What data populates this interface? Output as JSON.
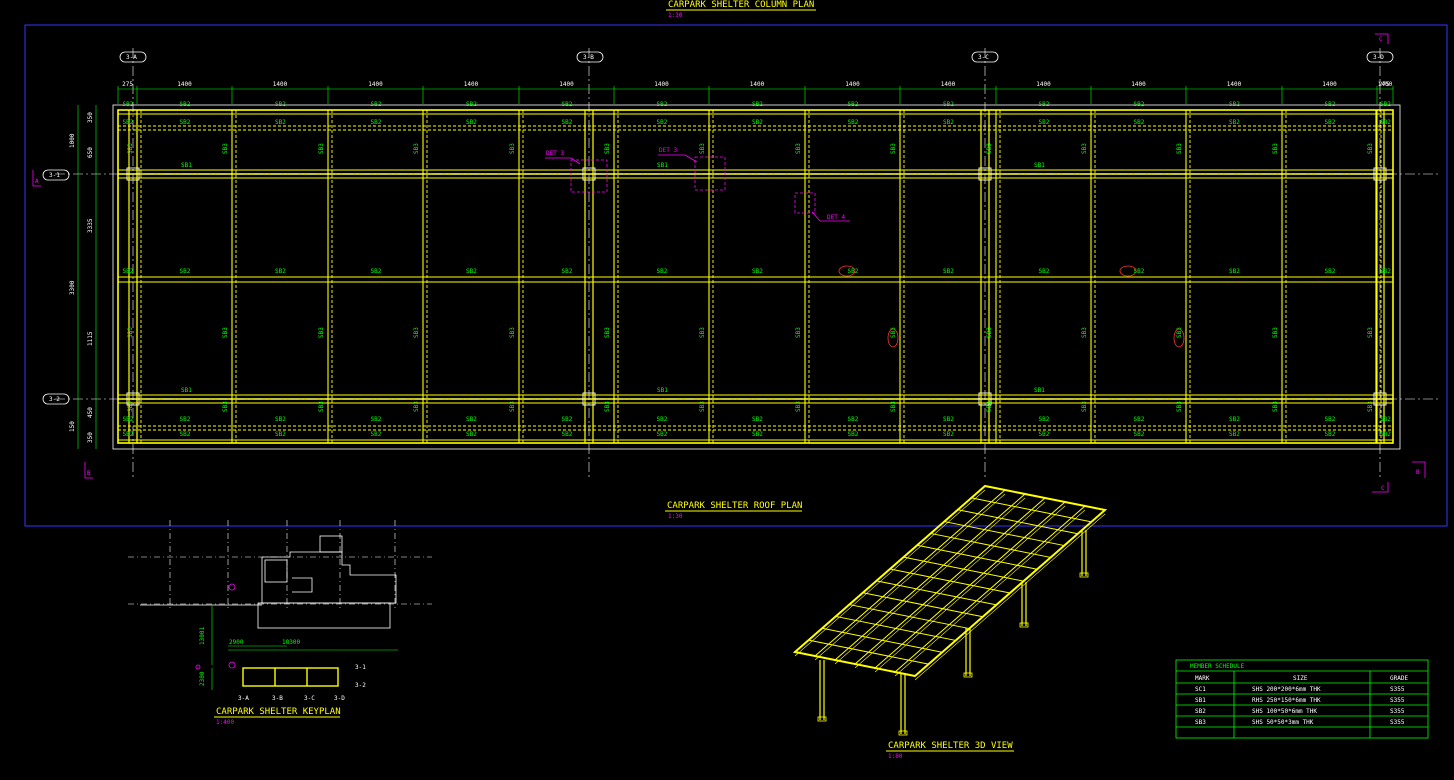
{
  "column_plan": {
    "title": "CARPARK SHELTER COLUMN PLAN",
    "scale": "1:30"
  },
  "roof_plan": {
    "title": "CARPARK SHELTER ROOF PLAN",
    "scale": "1:30",
    "grid_x": [
      "3-A",
      "3-B",
      "3-C",
      "3-D"
    ],
    "grid_y": [
      "3-1",
      "3-2"
    ],
    "section_marks": [
      "C",
      "A",
      "B",
      "B",
      "C"
    ],
    "dims_top": [
      "275",
      "1400",
      "1400",
      "1400",
      "1400",
      "1400",
      "1400",
      "1400",
      "1400",
      "1400",
      "1400",
      "1400",
      "1400",
      "1400",
      "1400",
      "275"
    ],
    "dims_left": [
      "1000",
      "350",
      "650",
      "3300",
      "3335",
      "1115",
      "450",
      "150",
      "350"
    ],
    "details": [
      "DET 3",
      "DET 3",
      "DET 4"
    ],
    "member_marks": {
      "sb1": "SB1",
      "sb2": "SB2",
      "sb3": "SB3"
    }
  },
  "keyplan": {
    "title": "CARPARK SHELTER KEYPLAN",
    "scale": "1:400",
    "dims": [
      "2900",
      "18300",
      "13001",
      "2300"
    ],
    "grid_labels": [
      "3-1",
      "3-2",
      "3-A",
      "3-B",
      "3-C",
      "3-D"
    ]
  },
  "view3d": {
    "title": "CARPARK SHELTER 3D VIEW",
    "scale": "1:80"
  },
  "schedule": {
    "title": "MEMBER SCHEDULE",
    "headers": [
      "MARK",
      "SIZE",
      "GRADE"
    ],
    "rows": [
      [
        "SC1",
        "SHS 200*200*6mm THK",
        "S355"
      ],
      [
        "SB1",
        "RHS 250*150*6mm THK",
        "S355"
      ],
      [
        "SB2",
        "SHS 100*50*6mm THK",
        "S355"
      ],
      [
        "SB3",
        "SHS 50*50*3mm THK",
        "S355"
      ]
    ]
  },
  "colors": {
    "frame": "#ffff00",
    "label": "#00ff00",
    "detail": "#ff00ff",
    "border": "#3333ff",
    "dim": "#ffffff"
  }
}
